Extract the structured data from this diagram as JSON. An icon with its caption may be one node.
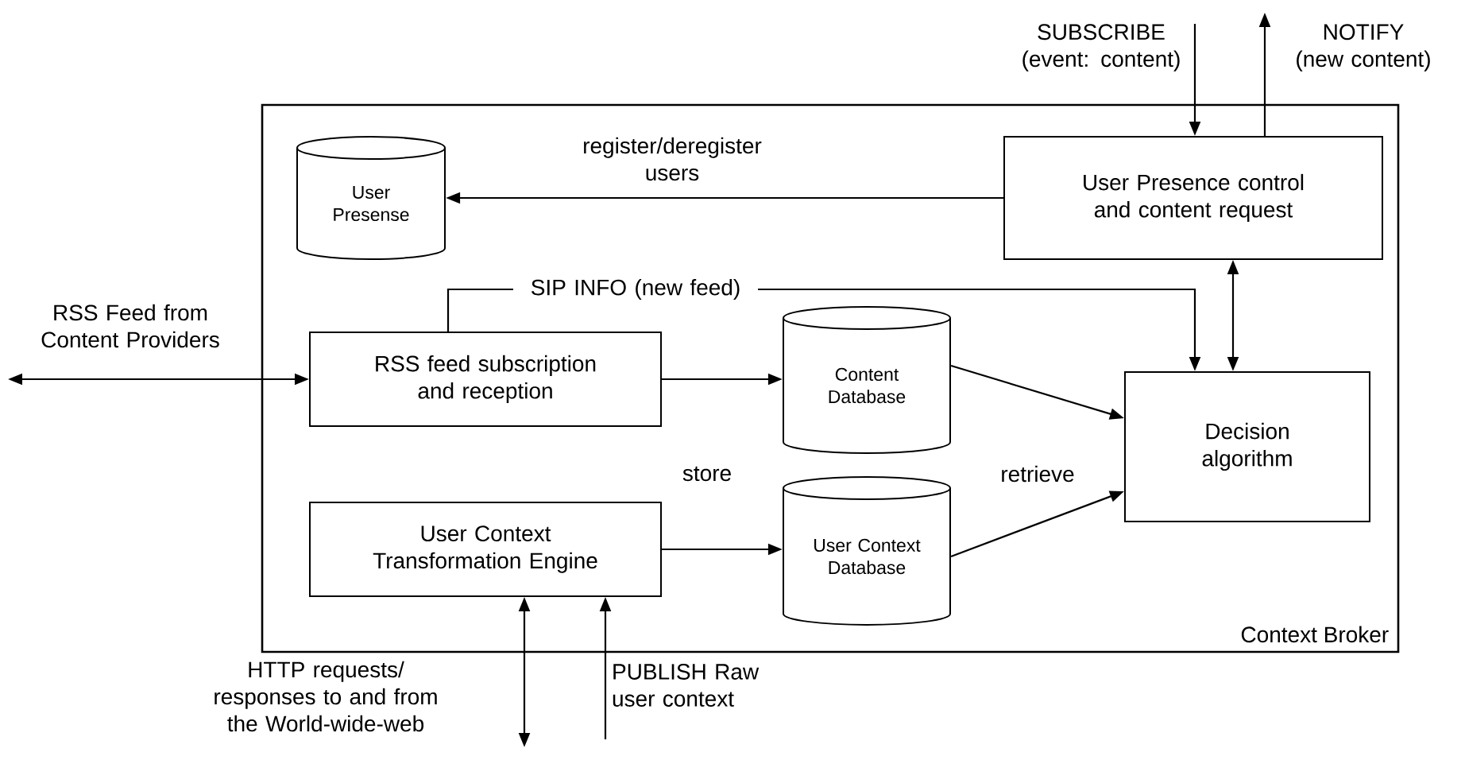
{
  "diagram": {
    "nodes": [
      {
        "text": [
          "Context Broker"
        ]
      },
      {
        "text": [
          "User Presense"
        ],
        "in": 0
      },
      {
        "text": [
          "User Presence control and content request"
        ],
        "in": 0
      },
      {
        "text": [
          "RSS feed subscription and reception"
        ],
        "in": 0
      },
      {
        "text": [
          "Content Database"
        ],
        "in": 0
      },
      {
        "text": [
          "Decision algorithm"
        ],
        "in": 0
      },
      {
        "text": [
          "User Context Transformation Engine"
        ],
        "in": 0
      },
      {
        "text": [
          "User Context Database"
        ],
        "in": 0
      }
    ],
    "edges": [
      {
        "from": null,
        "to": 2,
        "arrow": "to",
        "label": "SUBSCRIBE (event: content)"
      },
      {
        "from": 2,
        "to": null,
        "arrow": "to",
        "label": "NOTIFY (new content)"
      },
      {
        "from": 2,
        "to": 1,
        "arrow": "to",
        "label": "register/deregister users"
      },
      {
        "from": 3,
        "to": 5,
        "arrow": "to",
        "label": "SIP INFO (new feed)"
      },
      {
        "from": 2,
        "to": 5,
        "arrow": "both"
      },
      {
        "from": null,
        "to": 3,
        "arrow": "both",
        "label": "RSS Feed from Content Providers"
      },
      {
        "from": 3,
        "to": 4,
        "arrow": "to"
      },
      {
        "from": 4,
        "to": 5,
        "arrow": "to"
      },
      {
        "from": 6,
        "to": 7,
        "arrow": "to",
        "label": "store"
      },
      {
        "from": 7,
        "to": 5,
        "arrow": "to",
        "label": "retrieve"
      },
      {
        "from": 6,
        "to": null,
        "arrow": "both",
        "label": "HTTP requests/ responses to and from the World-wide-web"
      },
      {
        "from": null,
        "to": 6,
        "arrow": "to",
        "label": "PUBLISH Raw user context"
      }
    ]
  }
}
